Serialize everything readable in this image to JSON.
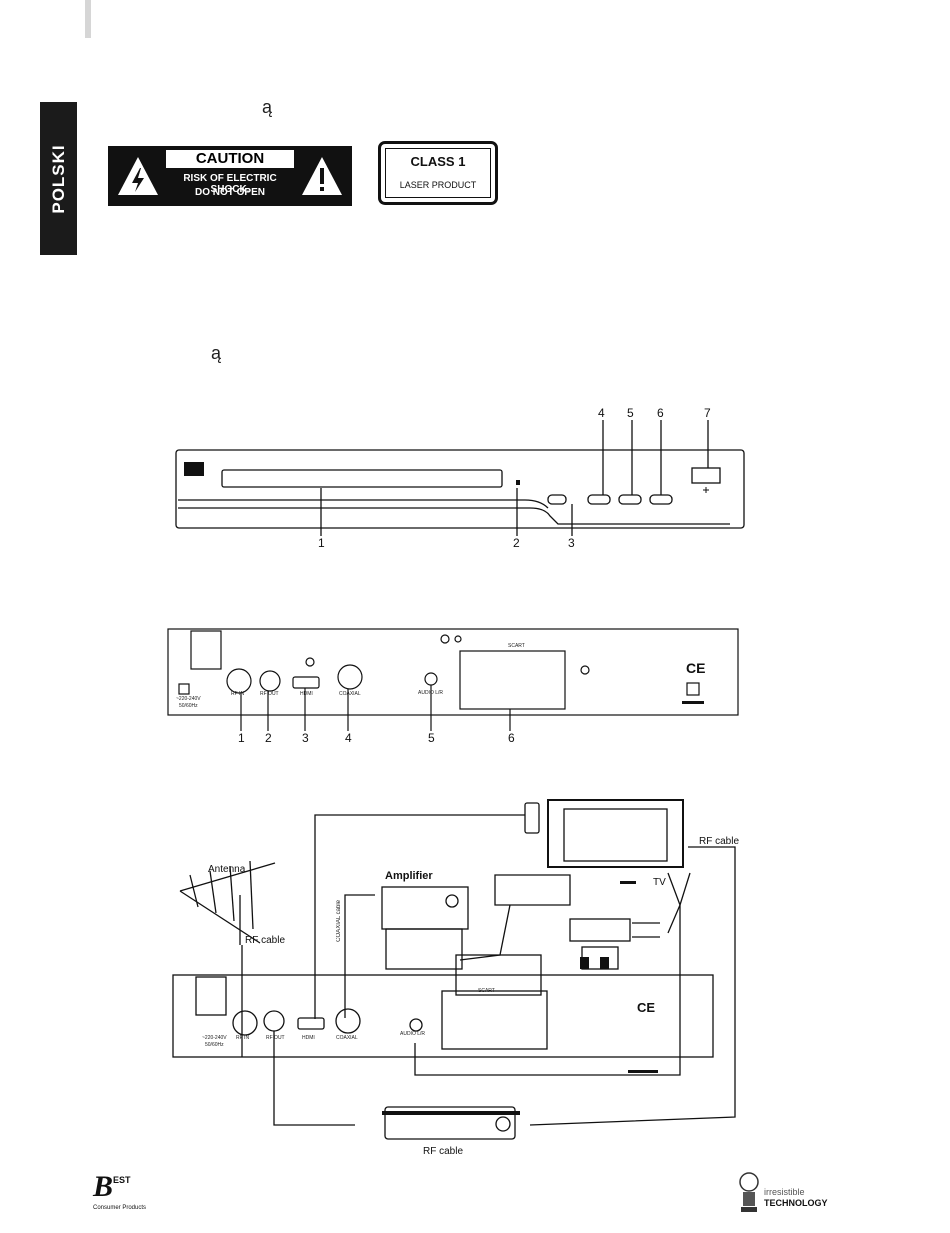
{
  "page": {
    "language_tab": "POLSKI",
    "heading_char_1": "ą",
    "heading_char_2": "ą"
  },
  "caution_label": {
    "title": "CAUTION",
    "line1": "RISK OF ELECTRIC SHOCK.",
    "line2": "DO NOT OPEN"
  },
  "laser_label": {
    "title": "CLASS 1",
    "subtitle": "LASER PRODUCT"
  },
  "front_panel": {
    "callouts": [
      "1",
      "2",
      "3",
      "4",
      "5",
      "6",
      "7"
    ]
  },
  "rear_panel": {
    "port_labels": {
      "power": "~220-240V",
      "power_freq": "50/60Hz",
      "rf_in": "RF IN",
      "rf_out": "RF OUT",
      "hdmi": "HDMI",
      "coaxial": "COAXIAL",
      "audio": "AUDIO L/R",
      "scart": "SCART",
      "ce": "CE"
    },
    "callouts": [
      "1",
      "2",
      "3",
      "4",
      "5",
      "6"
    ]
  },
  "connection_diagram": {
    "antenna": "Antenna",
    "rf_cable_antenna": "RF cable",
    "amplifier": "Amplifier",
    "coaxial_cable": "COAXIAL cable",
    "tv": "TV",
    "rf_cable_tv": "RF cable",
    "rf_cable_bottom": "RF cable",
    "scart": "SCART",
    "ports": {
      "power": "~220-240V",
      "power_freq": "50/60Hz",
      "rf_in": "RF IN",
      "rf_out": "RF OUT",
      "hdmi": "HDMI",
      "coaxial": "COAXIAL",
      "audio": "AUDIO L/R",
      "ce": "CE"
    }
  },
  "footer": {
    "left_logo_line1": "EST",
    "left_logo_line2": "Consumer Products",
    "right_logo_line1": "irresistible",
    "right_logo_line2": "TECHNOLOGY"
  }
}
